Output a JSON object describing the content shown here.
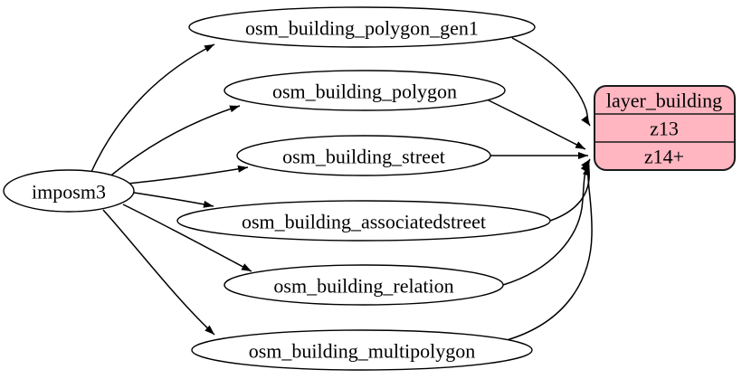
{
  "diagram": {
    "background": "#ffffff",
    "edge_color": "#000000",
    "nodes": {
      "source": {
        "label": "imposm3"
      },
      "tables": [
        {
          "label": "osm_building_polygon_gen1"
        },
        {
          "label": "osm_building_polygon"
        },
        {
          "label": "osm_building_street"
        },
        {
          "label": "osm_building_associatedstreet"
        },
        {
          "label": "osm_building_relation"
        },
        {
          "label": "osm_building_multipolygon"
        }
      ],
      "layer": {
        "title": "layer_building",
        "rows": [
          "z13",
          "z14+"
        ],
        "fill": "#ffb6c1",
        "border_color": "#1a1a1a"
      }
    },
    "edges": [
      {
        "from": "imposm3",
        "to": "osm_building_polygon_gen1"
      },
      {
        "from": "imposm3",
        "to": "osm_building_polygon"
      },
      {
        "from": "imposm3",
        "to": "osm_building_street"
      },
      {
        "from": "imposm3",
        "to": "osm_building_associatedstreet"
      },
      {
        "from": "imposm3",
        "to": "osm_building_relation"
      },
      {
        "from": "imposm3",
        "to": "osm_building_multipolygon"
      },
      {
        "from": "osm_building_polygon_gen1",
        "to": "layer_building:z13"
      },
      {
        "from": "osm_building_polygon",
        "to": "layer_building:z14+"
      },
      {
        "from": "osm_building_street",
        "to": "layer_building:z14+"
      },
      {
        "from": "osm_building_associatedstreet",
        "to": "layer_building:z14+"
      },
      {
        "from": "osm_building_relation",
        "to": "layer_building:z14+"
      },
      {
        "from": "osm_building_multipolygon",
        "to": "layer_building:z14+"
      }
    ]
  }
}
